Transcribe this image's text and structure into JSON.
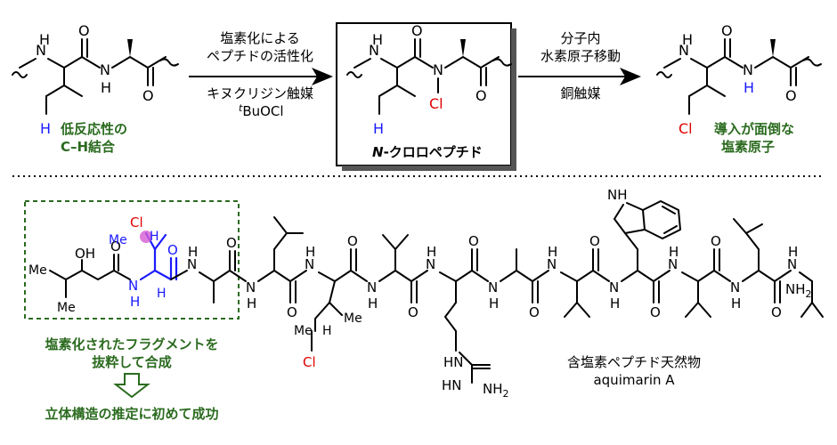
{
  "colors": {
    "green": "#2b6b1f",
    "blue": "#1a1aff",
    "red": "#e00000",
    "magenta": "#d65cd6",
    "black": "#000000",
    "box_border": "#000000",
    "dashed_green": "#2b6b1f"
  },
  "top": {
    "left_caption": [
      "低反応性の",
      "C–H結合"
    ],
    "arrow1_above": [
      "塩素化による",
      "ペプチドの活性化"
    ],
    "arrow1_below": [
      "キヌクリジン触媒",
      "BuOCl"
    ],
    "arrow1_below_prefix": "t",
    "middle_caption_prefix": "N",
    "middle_caption": "-クロロペプチド",
    "arrow2_above": [
      "分子内",
      "水素原子移動"
    ],
    "arrow2_below": "銅触媒",
    "right_caption": [
      "導入が面倒な",
      "塩素原子"
    ]
  },
  "atoms": {
    "N": "N",
    "H": "H",
    "O": "O",
    "Cl": "Cl",
    "NH": "NH",
    "HN": "HN",
    "NH2": "NH",
    "sub2": "2",
    "OH": "OH",
    "Me": "Me"
  },
  "bottom": {
    "fragment_caption": [
      "塩素化されたフラグメントを",
      "抜粋して合成"
    ],
    "result_caption": "立体構造の推定に初めて成功",
    "natural_product_title": "含塩素ペプチド天然物",
    "natural_product_name": "aquimarin A"
  }
}
